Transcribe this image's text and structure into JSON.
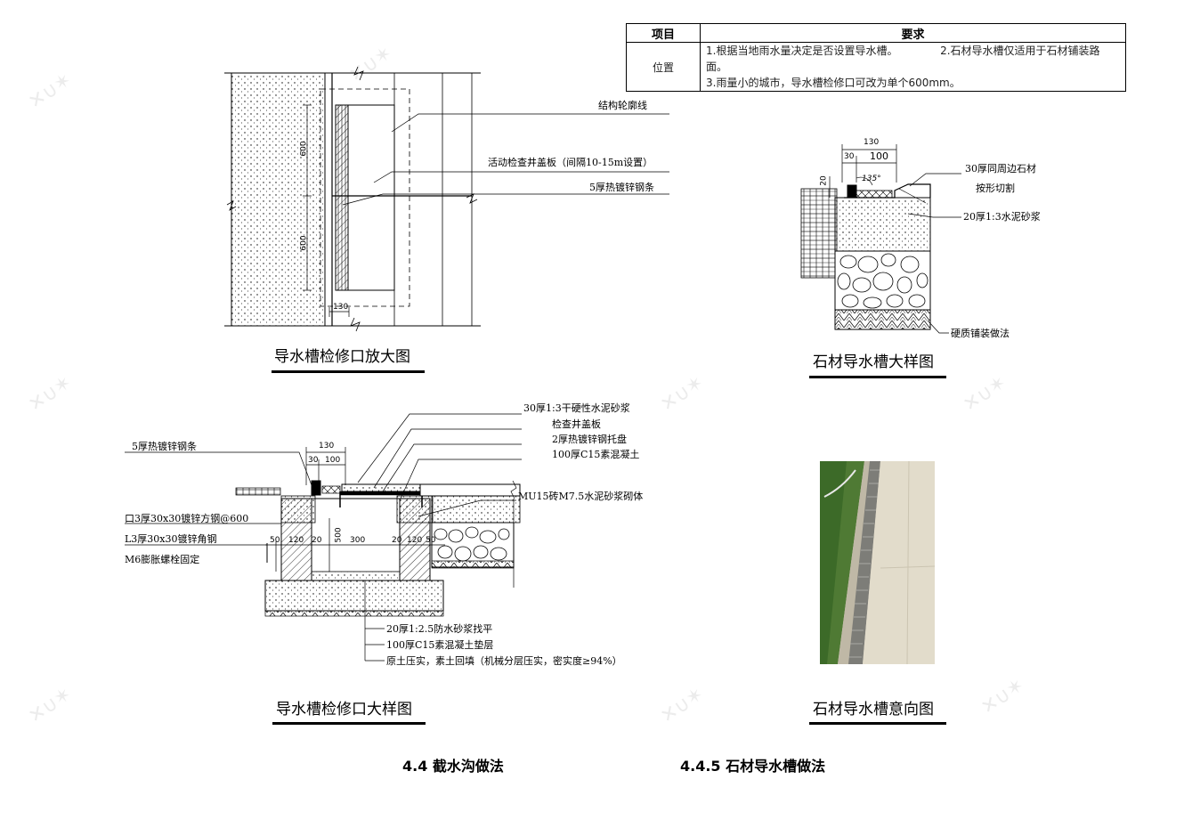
{
  "table": {
    "headers": [
      "项目",
      "要求"
    ],
    "row_label": "位置",
    "req1": "1.根据当地雨水量决定是否设置导水槽。",
    "req2": "2.石材导水槽仅适用于石材铺装路面。",
    "req3": "3.雨量小的城市，导水槽检修口可改为单个600mm。"
  },
  "fig1": {
    "caption": "导水槽检修口放大图",
    "labels": [
      "结构轮廓线",
      "活动检查井盖板（间隔10-15m设置）",
      "5厚热镀锌钢条"
    ],
    "dims": [
      "600",
      "600",
      "130"
    ]
  },
  "fig2": {
    "caption": "石材导水槽大样图",
    "labels": [
      "30厚同周边石材",
      "按形切割",
      "20厚1:3水泥砂浆",
      "硬质铺装做法"
    ],
    "dims": [
      "130",
      "30",
      "100",
      "20",
      "135°"
    ]
  },
  "fig3": {
    "caption": "导水槽检修口大样图",
    "labels_top": [
      "30厚1:3干硬性水泥砂浆",
      "检查井盖板",
      "2厚热镀锌钢托盘",
      "100厚C15素混凝土",
      "MU15砖M7.5水泥砂浆砌体"
    ],
    "labels_left": [
      "5厚热镀锌钢条",
      "口3厚30x30镀锌方钢@600",
      "L3厚30x30镀锌角钢",
      "M6膨胀螺栓固定"
    ],
    "labels_bottom": [
      "20厚1:2.5防水砂浆找平",
      "100厚C15素混凝土垫层",
      "原土压实，素土回填（机械分层压实，密实度≥94%）"
    ],
    "dims_top": [
      "130",
      "30",
      "100"
    ],
    "dims_bottom": [
      "50",
      "120",
      "20",
      "300",
      "20",
      "120",
      "50"
    ],
    "dim_depth": "500"
  },
  "fig4": {
    "caption": "石材导水槽意向图"
  },
  "sections": {
    "left": "4.4 截水沟做法",
    "right": "4.4.5 石材导水槽做法"
  },
  "colors": {
    "line": "#000000",
    "grass": "#4f7a34",
    "stone": "#d9d2c0",
    "grate": "#7d7d78"
  }
}
